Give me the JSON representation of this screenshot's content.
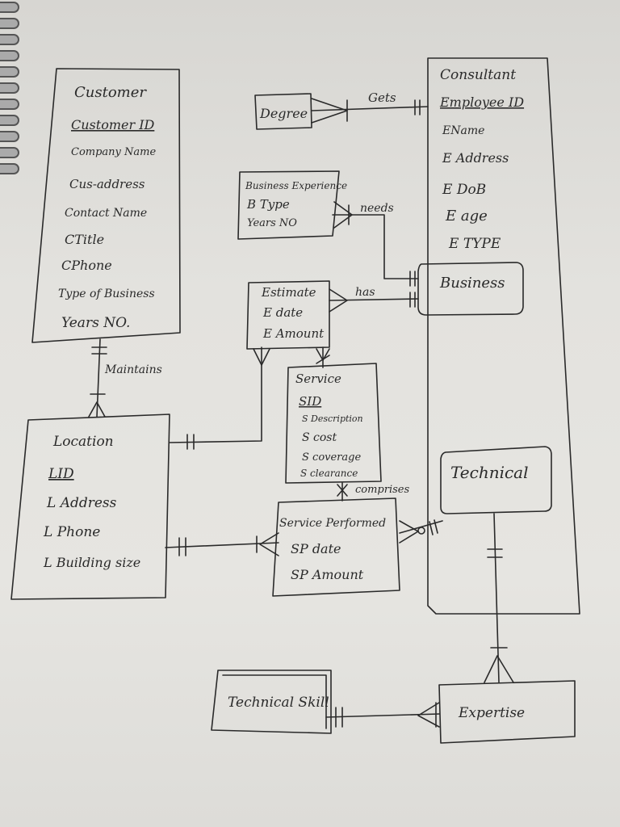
{
  "entities": {
    "customer": {
      "title": "Customer",
      "attributes": [
        "Customer ID",
        "Company Name",
        "Cus-address",
        "Contact Name",
        "CTitle",
        "CPhone",
        "Type of Business",
        "Years NO."
      ]
    },
    "consultant": {
      "title": "Consultant",
      "attributes": [
        "Employee ID",
        "EName",
        "E Address",
        "E DoB",
        "E age",
        "E TYPE"
      ]
    },
    "degree": {
      "title": "Degree"
    },
    "business_experience": {
      "title": "Business Experience",
      "attributes": [
        "B Type",
        "Years NO"
      ]
    },
    "business": {
      "title": "Business"
    },
    "estimate": {
      "title": "Estimate",
      "attributes": [
        "E date",
        "E Amount"
      ]
    },
    "service": {
      "title": "Service",
      "attributes": [
        "SID",
        "S Description",
        "S cost",
        "S coverage",
        "S clearance"
      ]
    },
    "location": {
      "title": "Location",
      "attributes": [
        "LID",
        "L Address",
        "L Phone",
        "L Building size"
      ]
    },
    "service_performed": {
      "title": "Service Performed",
      "attributes": [
        "SP date",
        "SP Amount"
      ]
    },
    "technical": {
      "title": "Technical"
    },
    "technical_skill": {
      "title": "Technical Skill"
    },
    "expertise": {
      "title": "Expertise"
    }
  },
  "relationships": {
    "gets": "Gets",
    "needs": "needs",
    "has": "has",
    "maintains": "Maintains",
    "comprises": "comprises"
  }
}
